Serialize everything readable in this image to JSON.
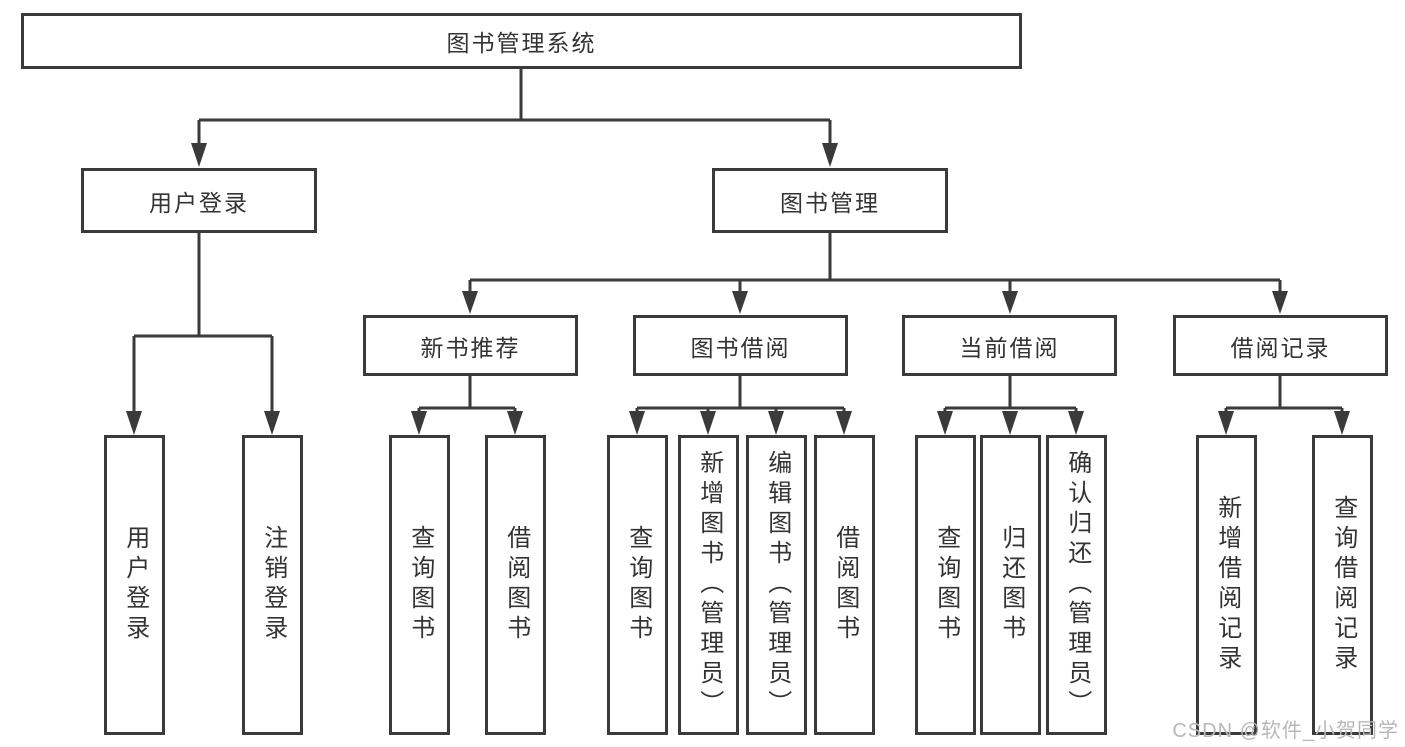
{
  "diagram": {
    "title": "图书管理系统",
    "level2": [
      {
        "label": "用户登录"
      },
      {
        "label": "图书管理"
      }
    ],
    "level3": [
      {
        "label": "新书推荐"
      },
      {
        "label": "图书借阅"
      },
      {
        "label": "当前借阅"
      },
      {
        "label": "借阅记录"
      }
    ],
    "leaves": {
      "user_login": [
        {
          "label": "用户登录"
        },
        {
          "label": "注销登录"
        }
      ],
      "new_books": [
        {
          "label": "查询图书"
        },
        {
          "label": "借阅图书"
        }
      ],
      "book_borrow": [
        {
          "label": "查询图书"
        },
        {
          "label": "新增图书（管理员）"
        },
        {
          "label": "编辑图书（管理员）"
        },
        {
          "label": "借阅图书"
        }
      ],
      "current_borrow": [
        {
          "label": "查询图书"
        },
        {
          "label": "归还图书"
        },
        {
          "label": "确认归还（管理员）"
        }
      ],
      "borrow_records": [
        {
          "label": "新增借阅记录"
        },
        {
          "label": "查询借阅记录"
        }
      ]
    },
    "watermark": "CSDN @软件_小贺同学",
    "colors": {
      "line": "#3a3a3a",
      "text": "#333333",
      "watermark": "#b8b8b8",
      "background": "#ffffff"
    }
  }
}
